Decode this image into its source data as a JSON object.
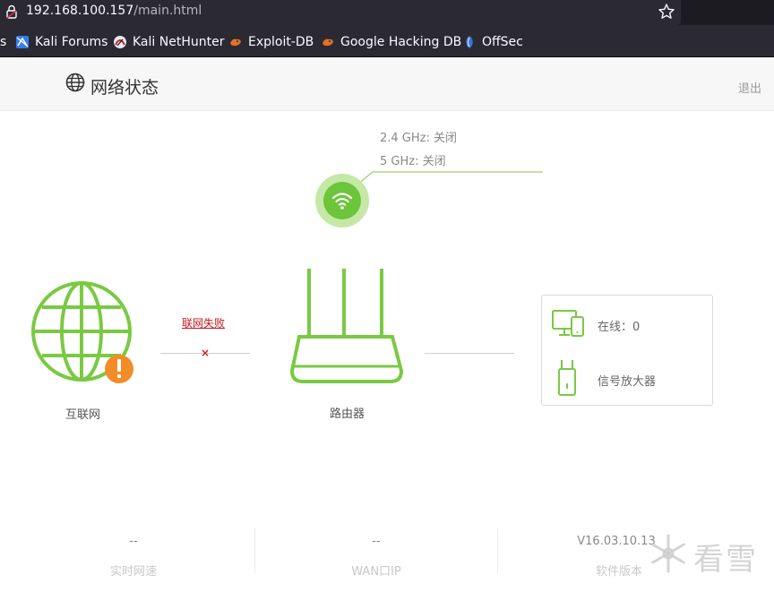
{
  "browser": {
    "url_host": "192.168.100.157",
    "url_path": "/main.html",
    "bookmarks": [
      {
        "label": "s"
      },
      {
        "label": "Kali Forums"
      },
      {
        "label": "Kali NetHunter"
      },
      {
        "label": "Exploit-DB"
      },
      {
        "label": "Google Hacking DB"
      },
      {
        "label": "OffSec"
      }
    ]
  },
  "header": {
    "title": "网络状态",
    "logout": "退出"
  },
  "wifi": {
    "band24": "2.4 GHz: 关闭",
    "band5": "5 GHz: 关闭"
  },
  "topology": {
    "internet_label": "互联网",
    "fail_link": "联网失败",
    "x_mark": "×",
    "router_label": "路由器",
    "online": "在线：0",
    "extender": "信号放大器"
  },
  "stats": [
    {
      "value": "--",
      "label": "实时网速"
    },
    {
      "value": "--",
      "label": "WAN口IP"
    },
    {
      "value": "V16.03.10.13",
      "label": "软件版本"
    }
  ],
  "watermark": "看雪",
  "colors": {
    "accent_green": "#7ac943",
    "warning_orange": "#f28c28",
    "fail_red": "#c8171e"
  }
}
